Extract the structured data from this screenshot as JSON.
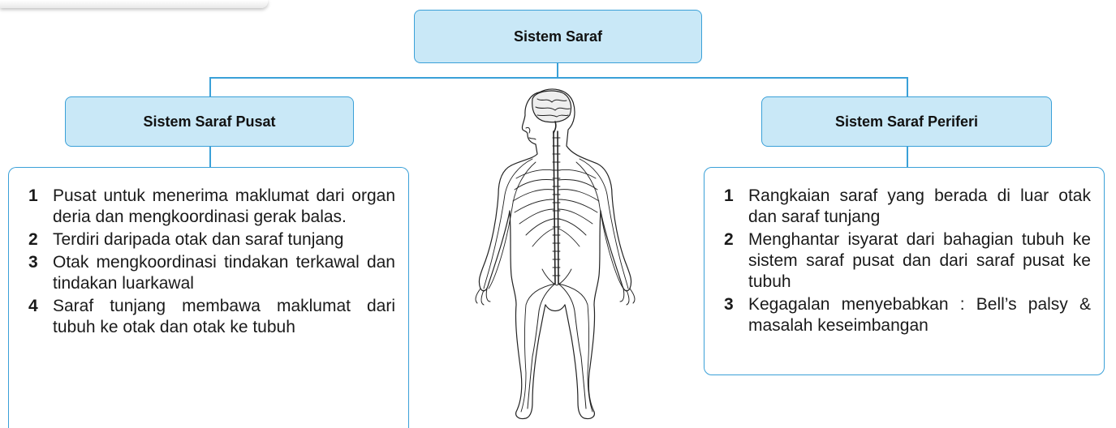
{
  "root": {
    "title": "Sistem Saraf"
  },
  "left": {
    "title": "Sistem Saraf Pusat",
    "items": [
      {
        "num": "1",
        "text": "Pusat untuk menerima maklumat dari organ deria dan mengkoordinasi gerak balas."
      },
      {
        "num": "2",
        "text": "Terdiri daripada otak dan saraf tunjang"
      },
      {
        "num": "3",
        "text": "Otak mengkoordinasi tindakan terkawal dan tindakan luarkawal"
      },
      {
        "num": "4",
        "text": "Saraf tunjang membawa maklumat dari tubuh ke otak dan otak ke tubuh"
      }
    ]
  },
  "right": {
    "title": "Sistem Saraf Periferi",
    "items": [
      {
        "num": "1",
        "text": "Rangkaian saraf yang berada di luar otak dan saraf tunjang"
      },
      {
        "num": "2",
        "text": "Menghantar isyarat dari bahagian tubuh ke sistem saraf pusat dan dari saraf pusat ke tubuh"
      },
      {
        "num": "3",
        "text": "Kegagalan menyebabkan : Bell’s palsy & masalah keseimbangan"
      }
    ]
  },
  "colors": {
    "accent": "#3aa0d8",
    "node_fill": "#c9e8f7"
  }
}
